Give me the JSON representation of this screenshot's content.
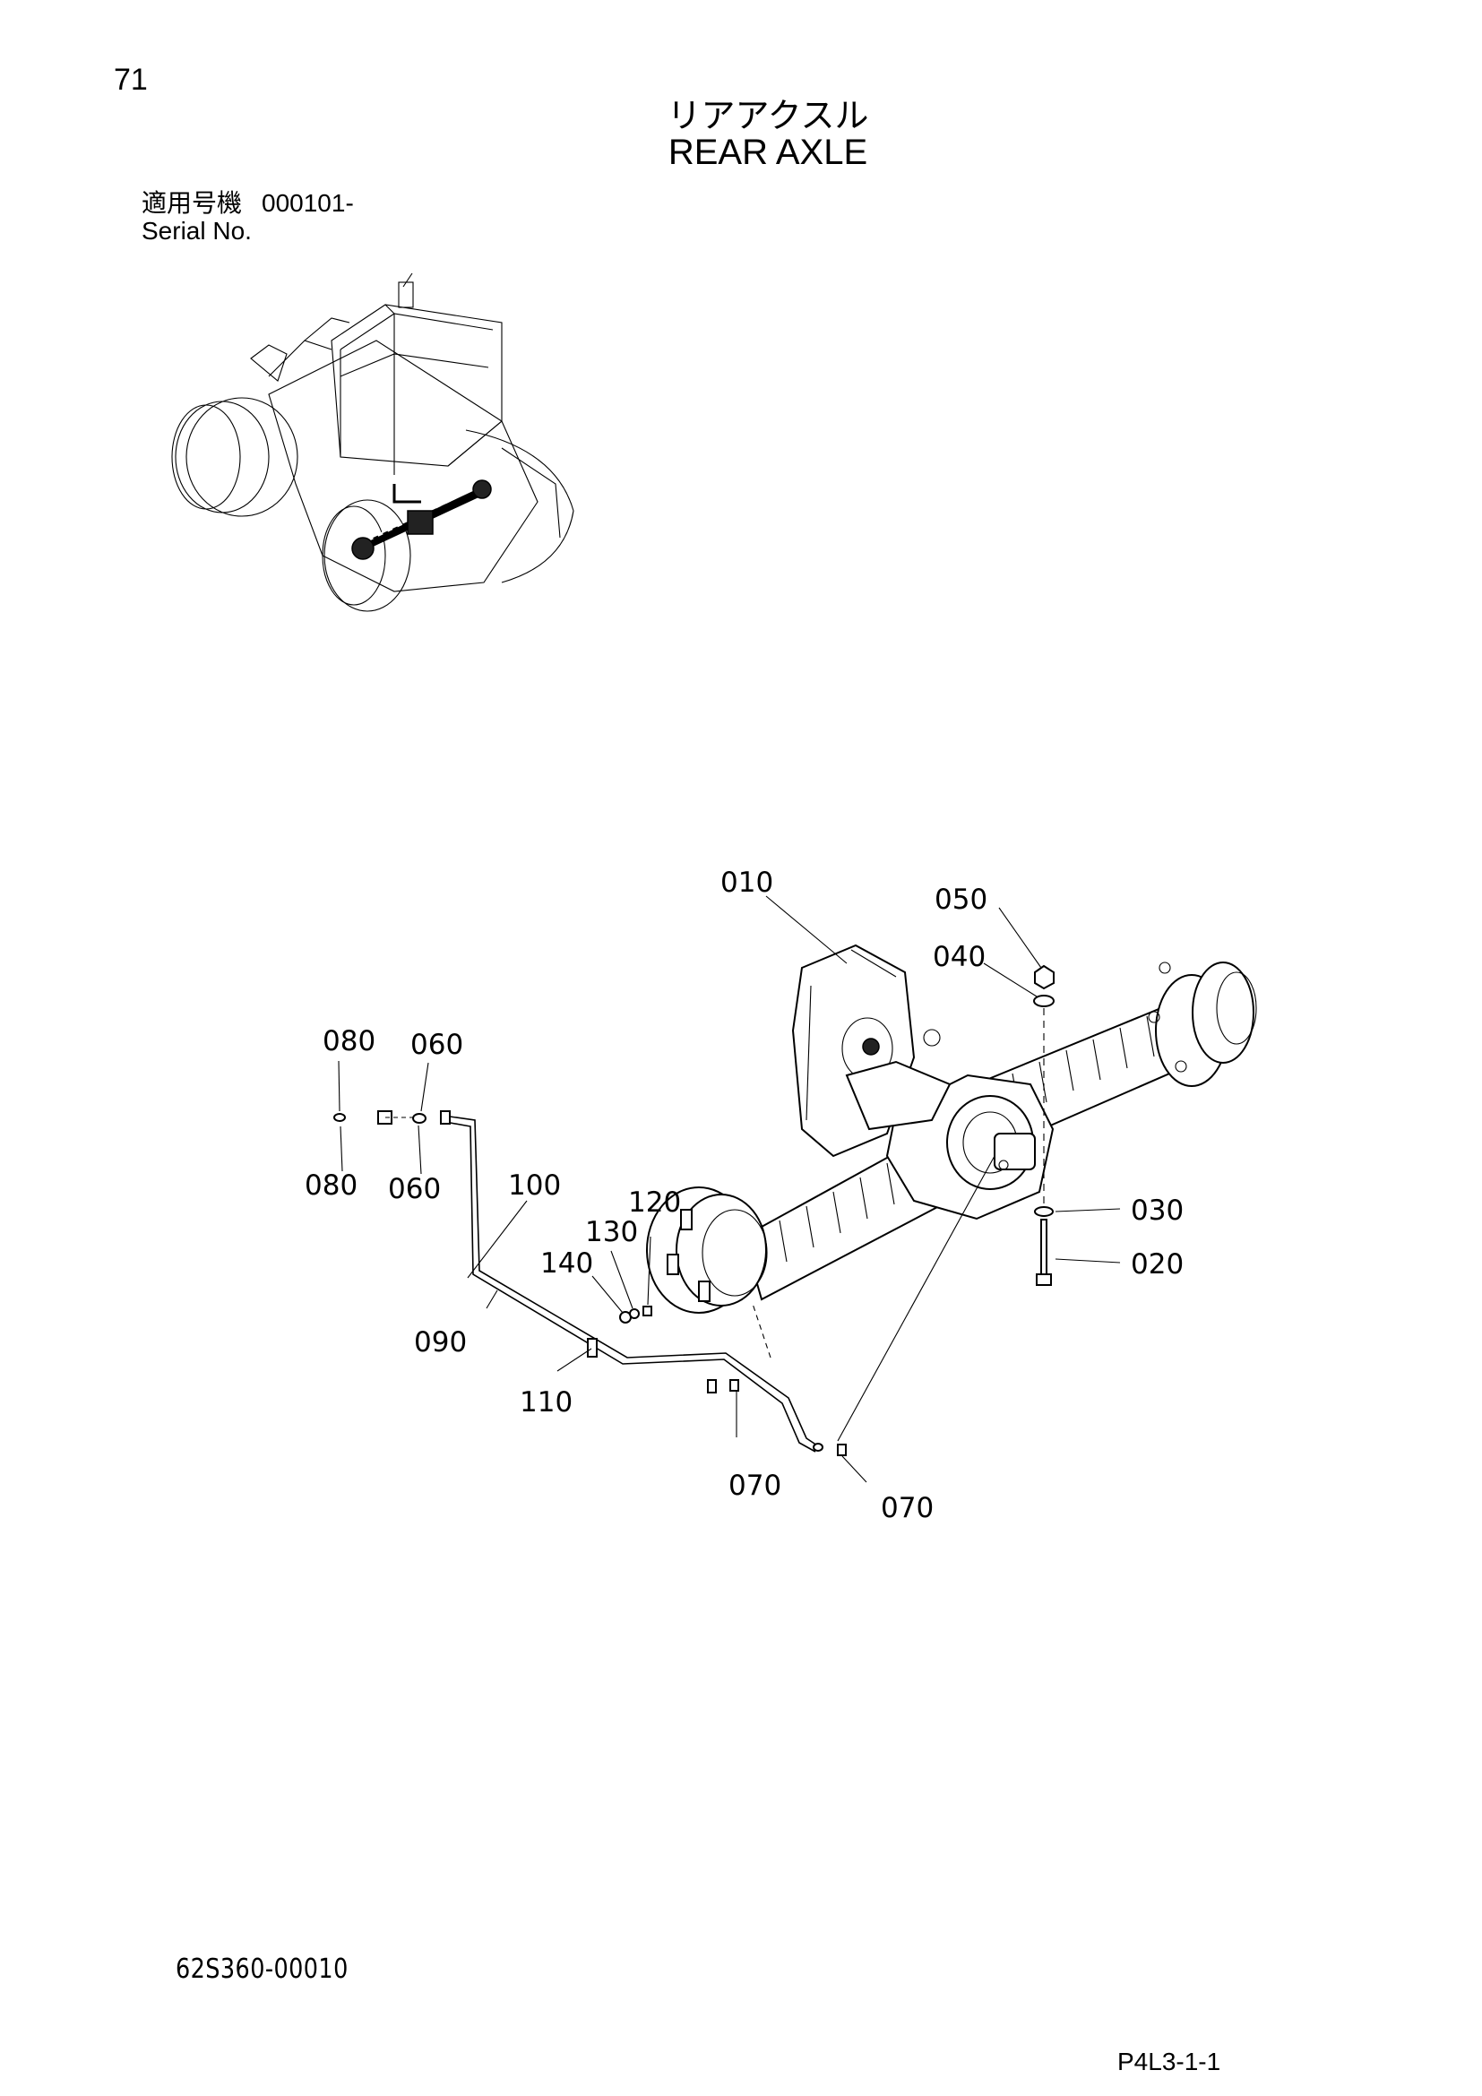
{
  "page": {
    "number": "71",
    "title_jp": "リアアクスル",
    "title_en": "REAR AXLE",
    "serial_label_jp": "適用号機",
    "serial_value": "000101-",
    "serial_label_en": "Serial No.",
    "doc_code": "62S360-00010",
    "page_code": "P4L3-1-1"
  },
  "callouts": {
    "c010": "010",
    "c050": "050",
    "c040": "040",
    "c080a": "080",
    "c060a": "060",
    "c080b": "080",
    "c060b": "060",
    "c100": "100",
    "c120": "120",
    "c130": "130",
    "c140": "140",
    "c090": "090",
    "c030": "030",
    "c020": "020",
    "c110": "110",
    "c070a": "070",
    "c070b": "070"
  }
}
